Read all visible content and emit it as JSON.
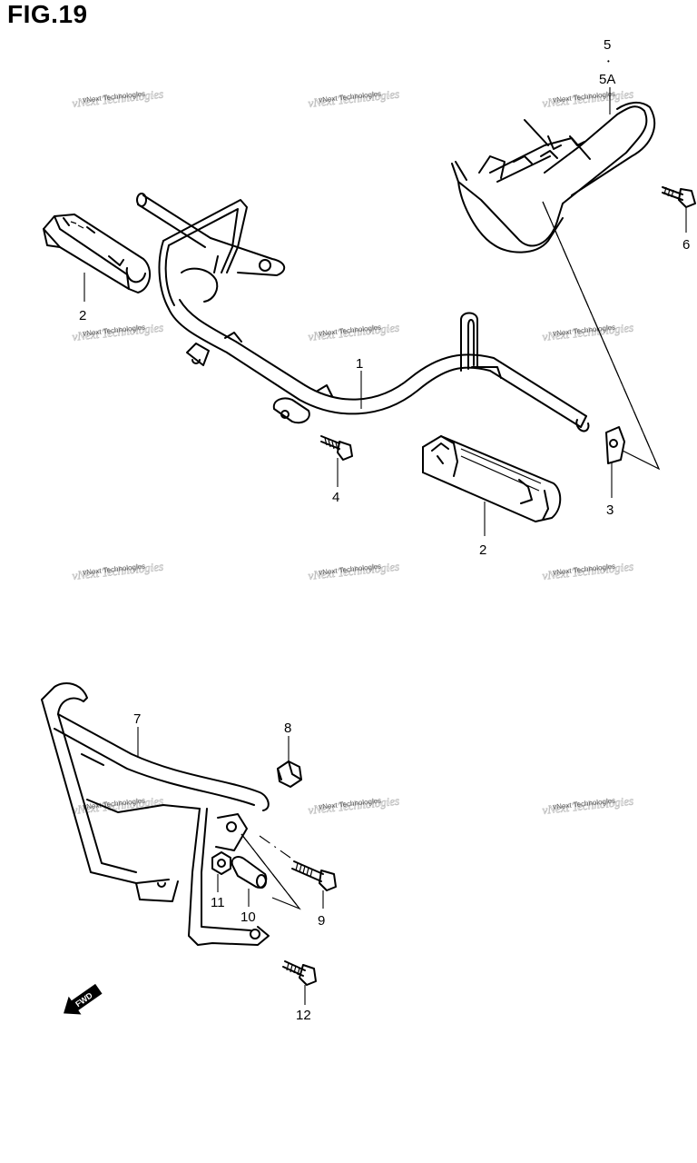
{
  "figure": {
    "title": "FIG.19"
  },
  "callouts": {
    "c1": "1",
    "c2a": "2",
    "c2b": "2",
    "c3": "3",
    "c4": "4",
    "c5": "5",
    "c5dot": "•",
    "c5a": "5A",
    "c6": "6",
    "c7": "7",
    "c8": "8",
    "c9": "9",
    "c10": "10",
    "c11": "11",
    "c12": "12"
  },
  "watermark": {
    "text": "vNext Technologies"
  },
  "direction_marker": {
    "label": "FWD",
    "icon": "fwd-arrow-icon"
  }
}
